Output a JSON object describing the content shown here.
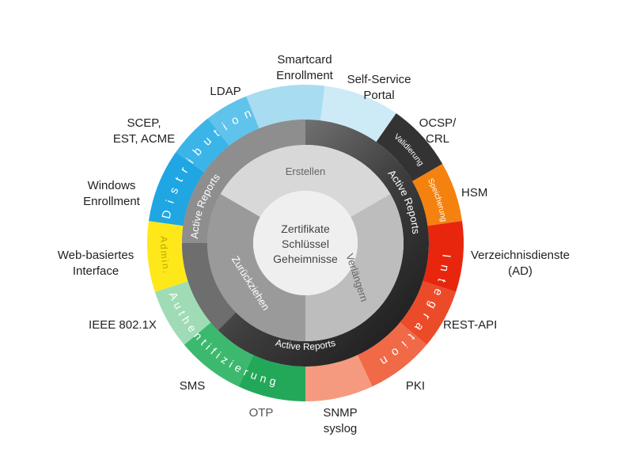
{
  "center": {
    "lines": [
      "Zertifikate",
      "Schlüssel",
      "Geheimnisse"
    ]
  },
  "inner_ring": {
    "labels": {
      "create": "Erstellen",
      "renew": "Verlängern",
      "revoke": "Zurückziehen"
    }
  },
  "reports_ring": {
    "label": "Active Reports"
  },
  "outer_ring": {
    "distribution": "Distribution",
    "validation": "Validierung",
    "storage": "Speicherung",
    "integration": "Integration",
    "authentication": "Authentifizierung",
    "admin": "Admin."
  },
  "outer_labels": {
    "smartcard": [
      "Smartcard",
      "Enrollment"
    ],
    "self_service": [
      "Self-Service",
      "Portal"
    ],
    "ldap": [
      "LDAP"
    ],
    "scep": [
      "SCEP,",
      "EST, ACME"
    ],
    "windows": [
      "Windows",
      "Enrollment"
    ],
    "web": [
      "Web-basiertes",
      "Interface"
    ],
    "ieee": [
      "IEEE 802.1X"
    ],
    "sms": [
      "SMS"
    ],
    "otp": [
      "OTP"
    ],
    "snmp": [
      "SNMP",
      "syslog"
    ],
    "pki": [
      "PKI"
    ],
    "rest": [
      "REST-API"
    ],
    "verzeichnis": [
      "Verzeichnisdienste",
      "(AD)"
    ],
    "hsm": [
      "HSM"
    ],
    "ocsp": [
      "OCSP/",
      "CRL"
    ]
  },
  "colors": {
    "smartcard": "#a8dcf0",
    "self_service": "#cdeaf7",
    "ldap": "#5fc3ec",
    "scep": "#3bb5e8",
    "windows": "#1fa6e3",
    "web": "#ffe81a",
    "ieee": "#9fdcb5",
    "sms": "#3cb96e",
    "otp": "#23a85a",
    "snmp": "#f59a7e",
    "pki": "#f06a48",
    "rest": "#ec4b2a",
    "verzeichnis": "#e8260e",
    "hsm": "#f5820f",
    "ocsp": "#333333",
    "reports": "#3a3a3a",
    "inner_create": "#d8d8d8",
    "inner_renew": "#bdbdbd",
    "inner_revoke": "#9a9a9a",
    "center": "#efefef"
  }
}
